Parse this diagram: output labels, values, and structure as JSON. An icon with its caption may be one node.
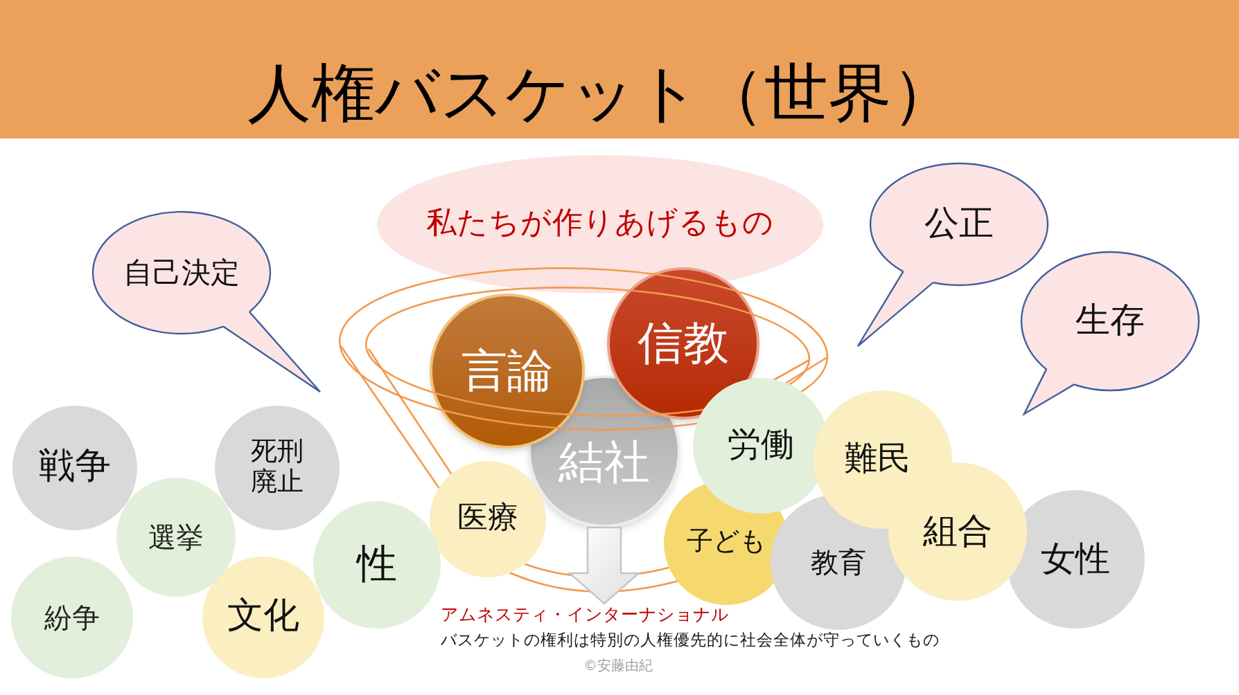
{
  "diagram": {
    "title": "人権バスケット（世界）",
    "nodes": [
      {
        "text": [
          "自己決定"
        ]
      },
      {
        "text": [
          "私たちが作りあげるもの"
        ]
      },
      {
        "text": [
          "公正"
        ]
      },
      {
        "text": [
          "生存"
        ]
      },
      {
        "text": [
          "言論"
        ]
      },
      {
        "text": [
          "信教"
        ]
      },
      {
        "text": [
          "結社"
        ]
      },
      {
        "text": [
          "労働"
        ]
      },
      {
        "text": [
          "難民"
        ]
      },
      {
        "text": [
          "戦争"
        ]
      },
      {
        "text": [
          "死刑廃止"
        ]
      },
      {
        "text": [
          "組合"
        ]
      },
      {
        "text": [
          "選挙"
        ]
      },
      {
        "text": [
          "医療"
        ]
      },
      {
        "text": [
          "性"
        ]
      },
      {
        "text": [
          "子ども"
        ]
      },
      {
        "text": [
          "教育"
        ]
      },
      {
        "text": [
          "女性"
        ]
      },
      {
        "text": [
          "紛争"
        ]
      },
      {
        "text": [
          "文化"
        ]
      },
      {
        "text": [
          "アムネスティ・インターナショナル",
          "バスケットの権利は特別の人権優先的に社会全体が守っていくもの"
        ]
      }
    ],
    "edges": [
      {
        "from": 6,
        "to": 20,
        "arrow": "to",
        "style": "thick"
      }
    ],
    "labels": [
      "©安藤由紀"
    ]
  }
}
